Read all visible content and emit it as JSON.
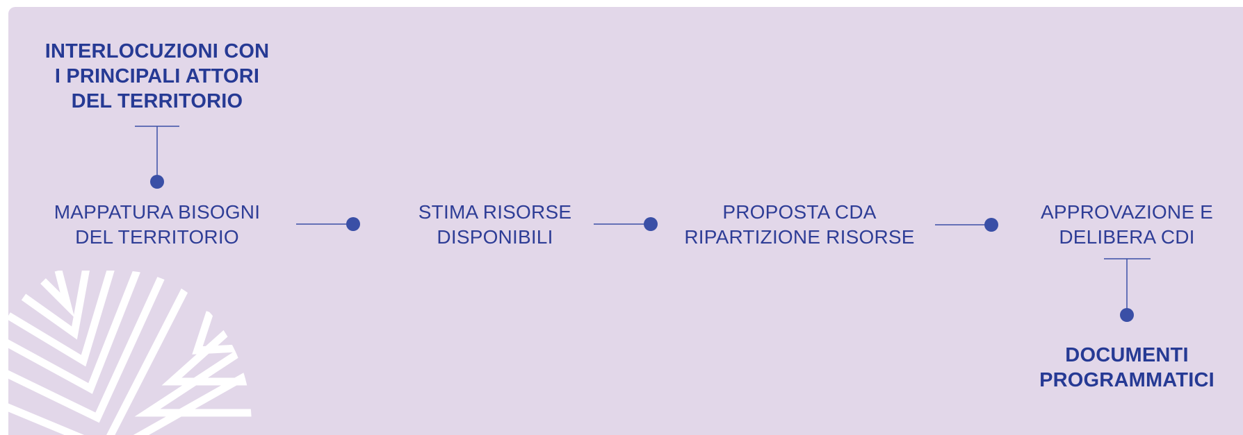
{
  "steps": [
    {
      "line1": "MAPPATURA BISOGNI",
      "line2": "DEL TERRITORIO"
    },
    {
      "line1": "STIMA RISORSE",
      "line2": "DISPONIBILI"
    },
    {
      "line1": "PROPOSTA CDA",
      "line2": "RIPARTIZIONE RISORSE"
    },
    {
      "line1": "APPROVAZIONE E",
      "line2": "DELIBERA CDI"
    }
  ],
  "top_note": {
    "line1": "INTERLOCUZIONI CON",
    "line2": "I PRINCIPALI ATTORI",
    "line3": "DEL TERRITORIO"
  },
  "bottom_note": {
    "line1": "DOCUMENTI",
    "line2": "PROGRAMMATICI"
  },
  "colors": {
    "background": "#e2d7e9",
    "accent": "#3a4fa6",
    "text": "#2e3d96"
  }
}
